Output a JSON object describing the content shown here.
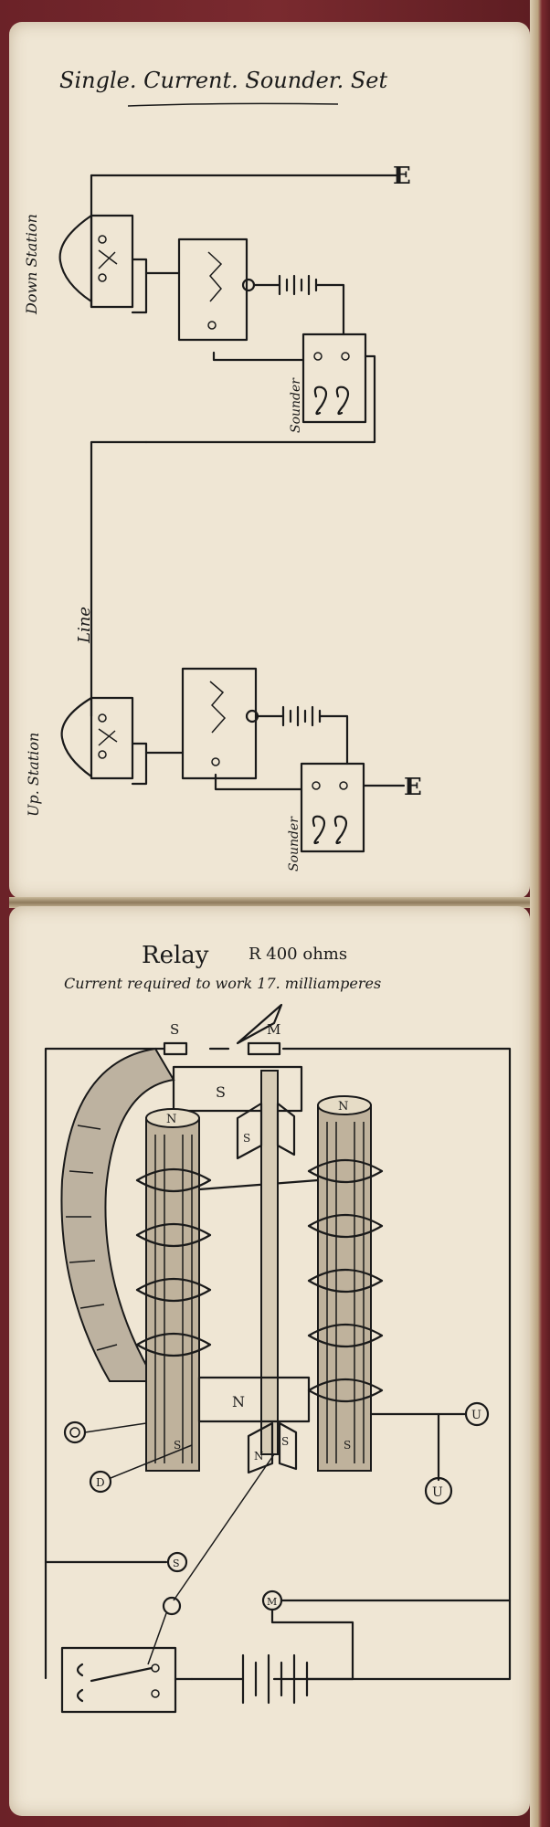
{
  "top_page": {
    "title": "Single. Current. Sounder. Set",
    "labels": {
      "earth_top": "E",
      "down_station": "Down Station",
      "sounder_top": "Sounder",
      "line": "Line",
      "up_station": "Up. Station",
      "earth_bottom": "E",
      "sounder_bottom": "Sounder"
    }
  },
  "bottom_page": {
    "title": "Relay",
    "resistance": "R 400 ohms",
    "current_note": "Current required to work 17. milliamperes",
    "labels": {
      "s_contact": "S",
      "m_contact": "M",
      "s_armature": "S",
      "n_left_pole": "N",
      "s_tongue": "S",
      "n_right_pole": "N",
      "n_lower": "N",
      "s_tongue_lower": "S",
      "n_tongue_lower": "N",
      "s_left_base": "S",
      "s_right_base": "S",
      "d_terminal": "D",
      "u_terminal_1": "U",
      "u_terminal_2": "U",
      "s_terminal": "S",
      "m_terminal": "M"
    }
  }
}
